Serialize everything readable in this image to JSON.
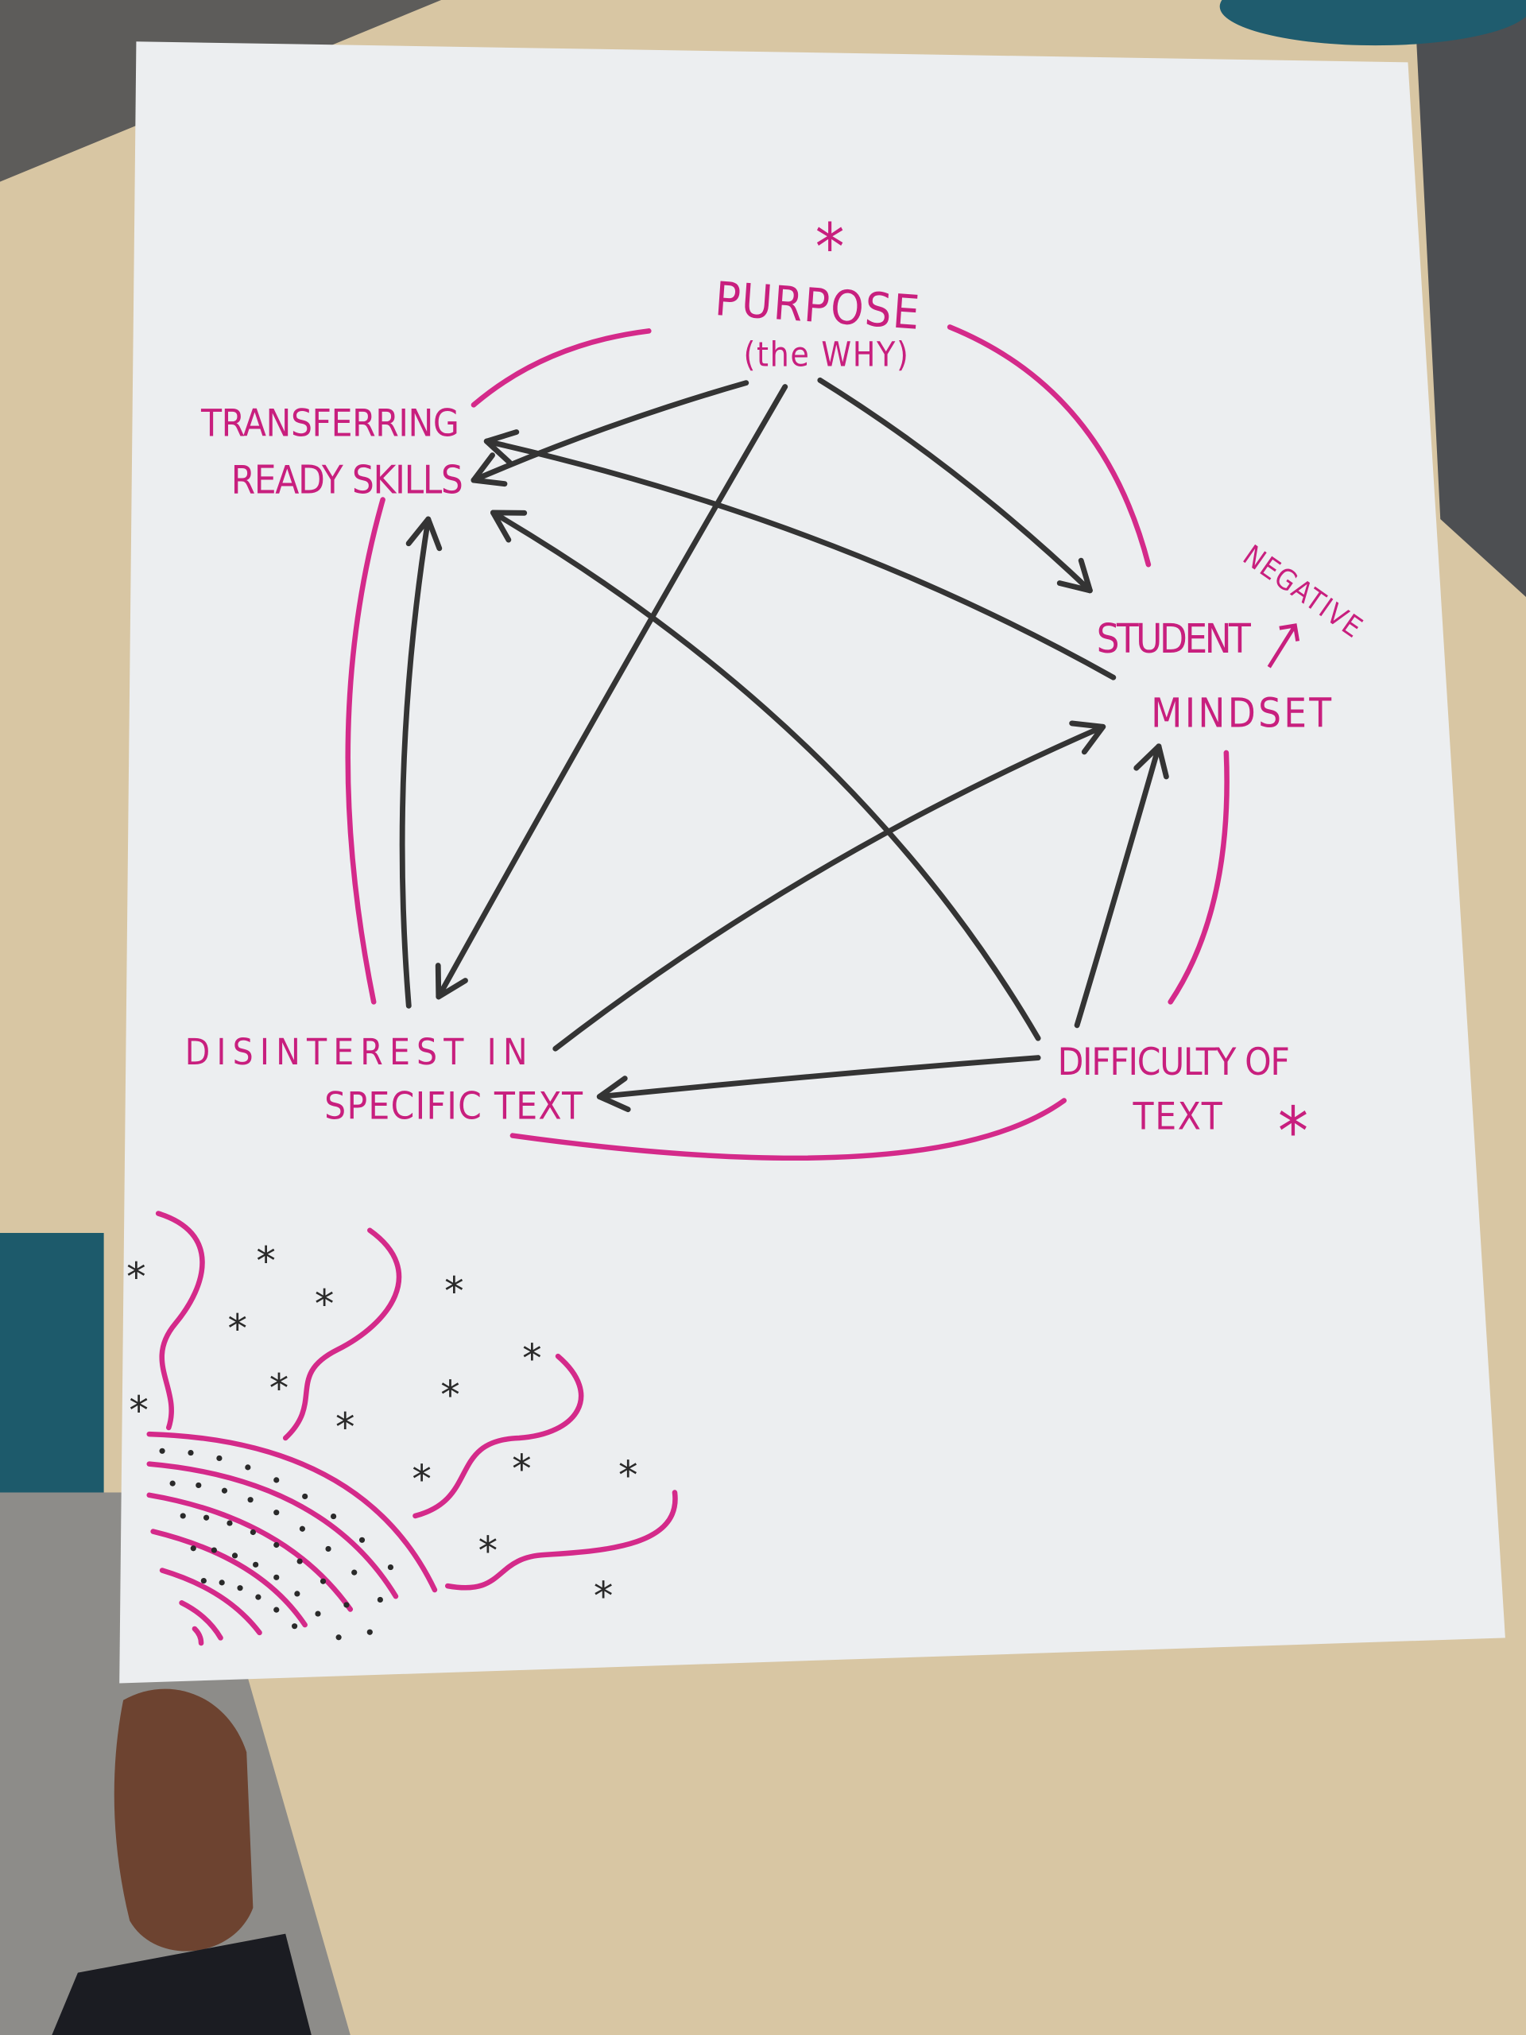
{
  "diagram": {
    "nodes": [
      {
        "id": "purpose",
        "lines": [
          "PURPOSE",
          "(the WHY)"
        ],
        "starred": true
      },
      {
        "id": "transferring",
        "lines": [
          "TRANSFERRING",
          "READY SKILLS"
        ],
        "starred": false
      },
      {
        "id": "mindset",
        "lines": [
          "STUDENT",
          "MINDSET"
        ],
        "annotation": "NEGATIVE",
        "starred": false
      },
      {
        "id": "difficulty",
        "lines": [
          "DIFFICULTY OF",
          "TEXT"
        ],
        "starred": true
      },
      {
        "id": "disinterest",
        "lines": [
          "DISINTEREST IN",
          "SPECIFIC TEXT"
        ],
        "starred": false
      }
    ],
    "edges": [
      {
        "from": "purpose",
        "to": "transferring"
      },
      {
        "from": "purpose",
        "to": "disinterest"
      },
      {
        "from": "purpose",
        "to": "mindset"
      },
      {
        "from": "mindset",
        "to": "transferring"
      },
      {
        "from": "difficulty",
        "to": "transferring"
      },
      {
        "from": "disinterest",
        "to": "transferring"
      },
      {
        "from": "disinterest",
        "to": "mindset"
      },
      {
        "from": "difficulty",
        "to": "mindset"
      },
      {
        "from": "difficulty",
        "to": "disinterest"
      }
    ],
    "colors": {
      "label": "#c81f7e",
      "arrow": "#343434",
      "paper": "#eceef0",
      "table": "#d8c6a3"
    }
  }
}
